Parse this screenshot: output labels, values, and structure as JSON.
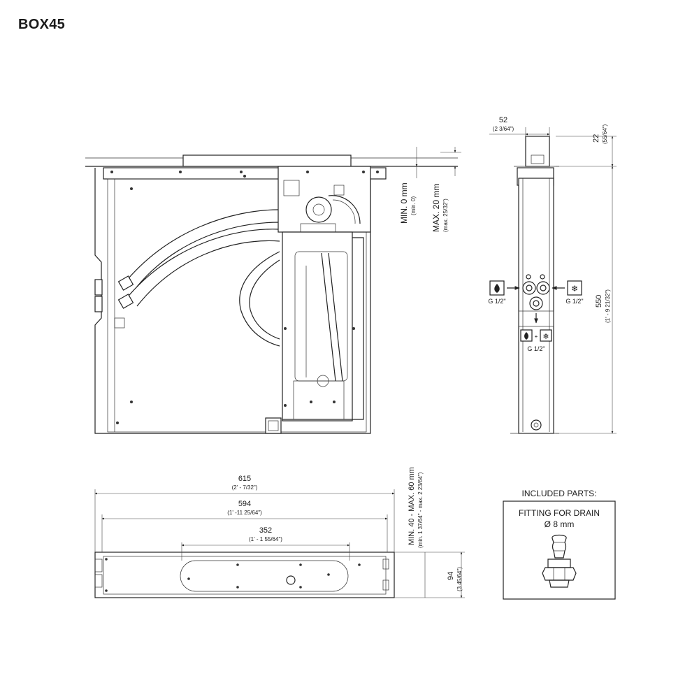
{
  "title": "BOX45",
  "front_view": {
    "min_label": "MIN. 0 mm",
    "min_sub": "(min. 0)",
    "max_label": "MAX. 20 mm",
    "max_sub": "(max. 25/32\")"
  },
  "side_view": {
    "width": "52",
    "width_sub": "(2 3/64\")",
    "top": "22",
    "top_sub": "(55/64\")",
    "height": "550",
    "height_sub": "(1' - 9 21/32\")",
    "inlet_left": "G 1/2\"",
    "inlet_right": "G 1/2\"",
    "outlet": "G 1/2\"",
    "plus": "+"
  },
  "bottom_view": {
    "overall": "615",
    "overall_sub": "(2' - 7/32\")",
    "inner": "594",
    "inner_sub": "(1' -11 25/64\")",
    "slot": "352",
    "slot_sub": "(1' - 1 55/64\")",
    "depth": "94",
    "depth_sub": "(3 45/64\")",
    "range": "MIN. 40 - MAX. 60 mm",
    "range_sub": "(min. 1 37/64\" - max. 2 23/64\")"
  },
  "included": {
    "heading": "INCLUDED PARTS:",
    "part_name": "FITTING FOR DRAIN",
    "part_size": "Ø 8 mm"
  }
}
